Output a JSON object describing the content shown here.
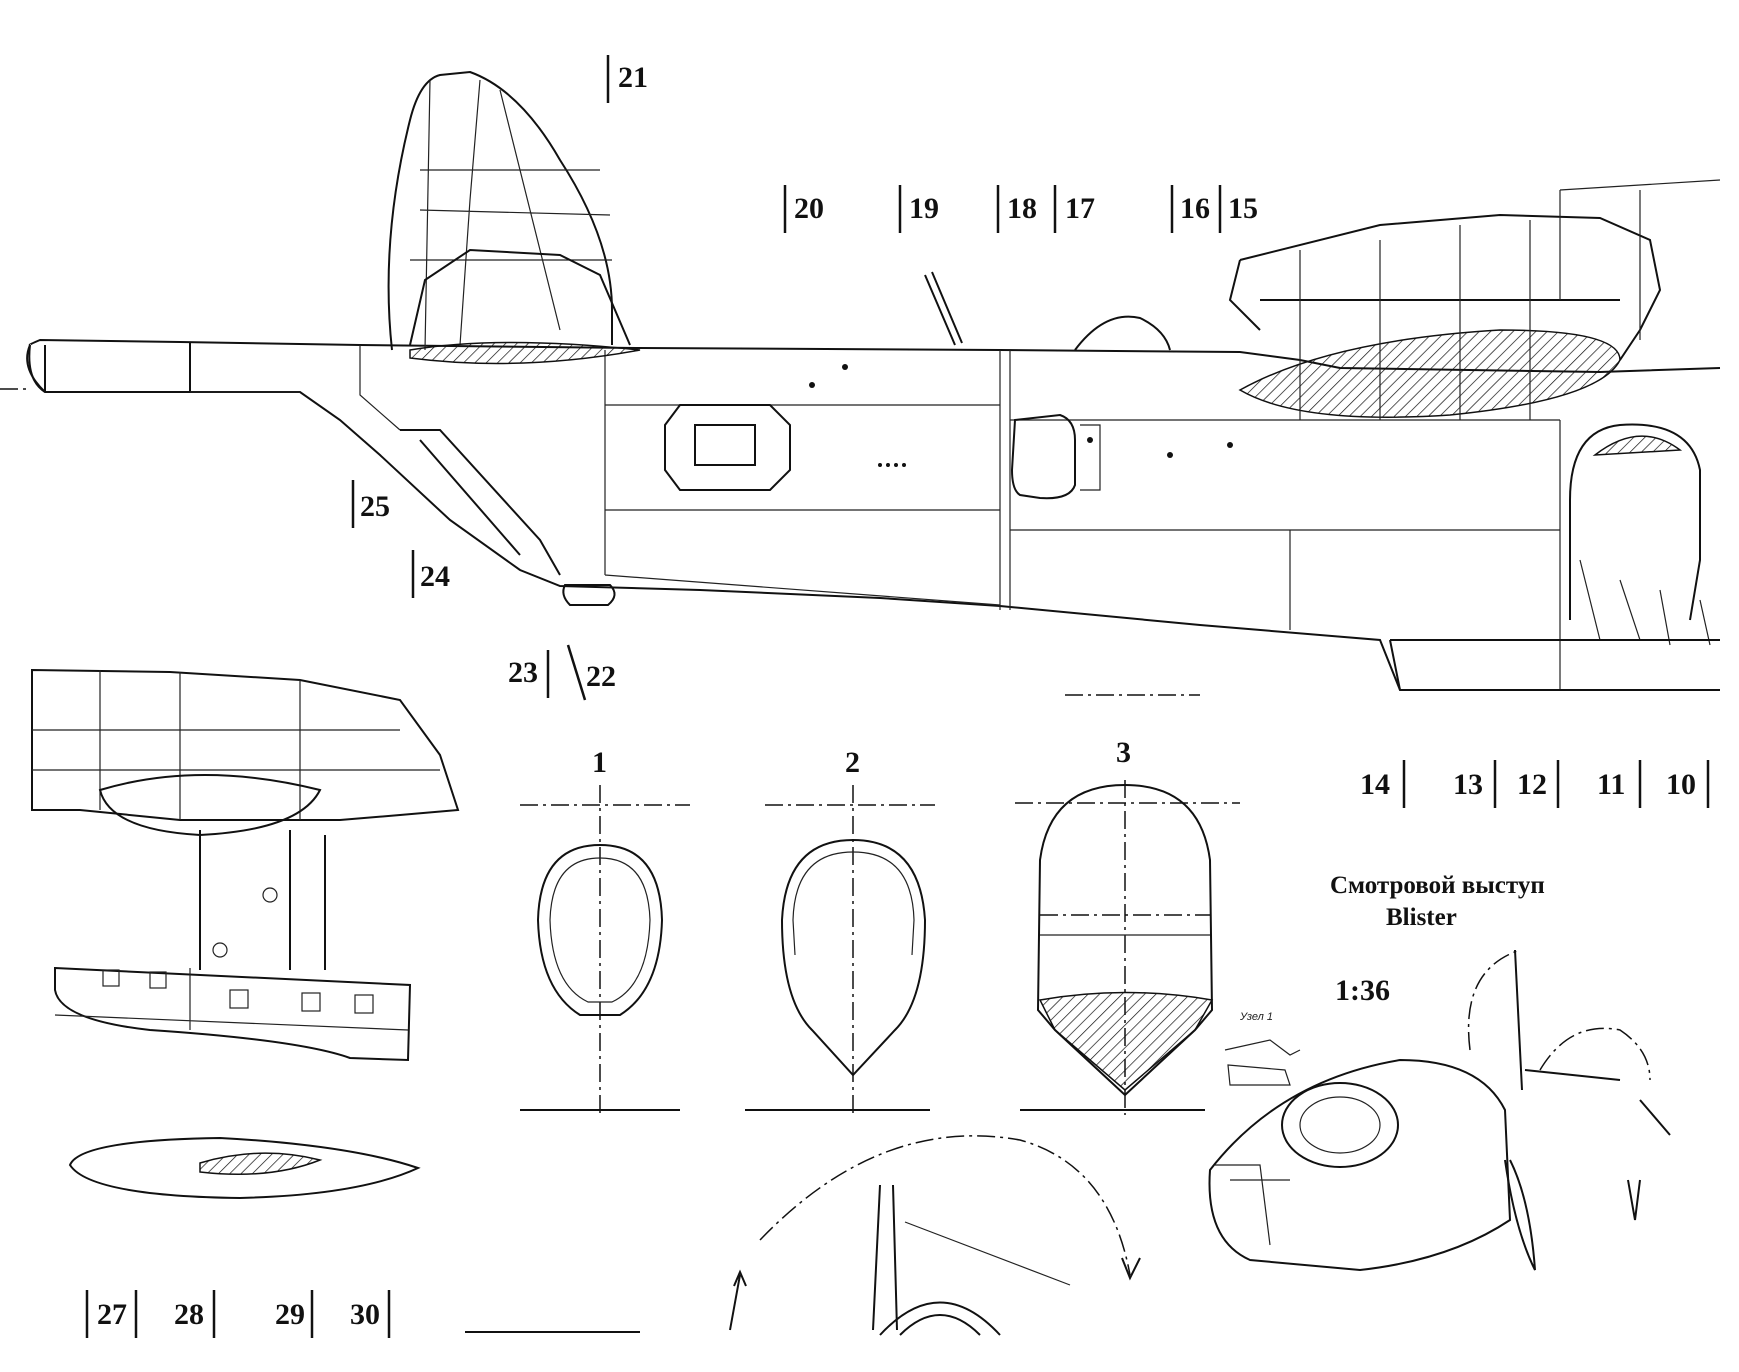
{
  "section_labels": [
    "1",
    "2",
    "3"
  ],
  "station_numbers": {
    "top": [
      "21",
      "20",
      "19",
      "18",
      "17",
      "16",
      "15"
    ],
    "left": [
      "25",
      "24",
      "23",
      "22"
    ],
    "right": [
      "14",
      "13",
      "12",
      "11",
      "10"
    ],
    "bottom": [
      "27",
      "28",
      "29",
      "30"
    ]
  },
  "blister": {
    "title_ru": "Смотровой выступ",
    "title_en": "Blister",
    "scale": "1:36",
    "detail_label": "Узел 1"
  }
}
